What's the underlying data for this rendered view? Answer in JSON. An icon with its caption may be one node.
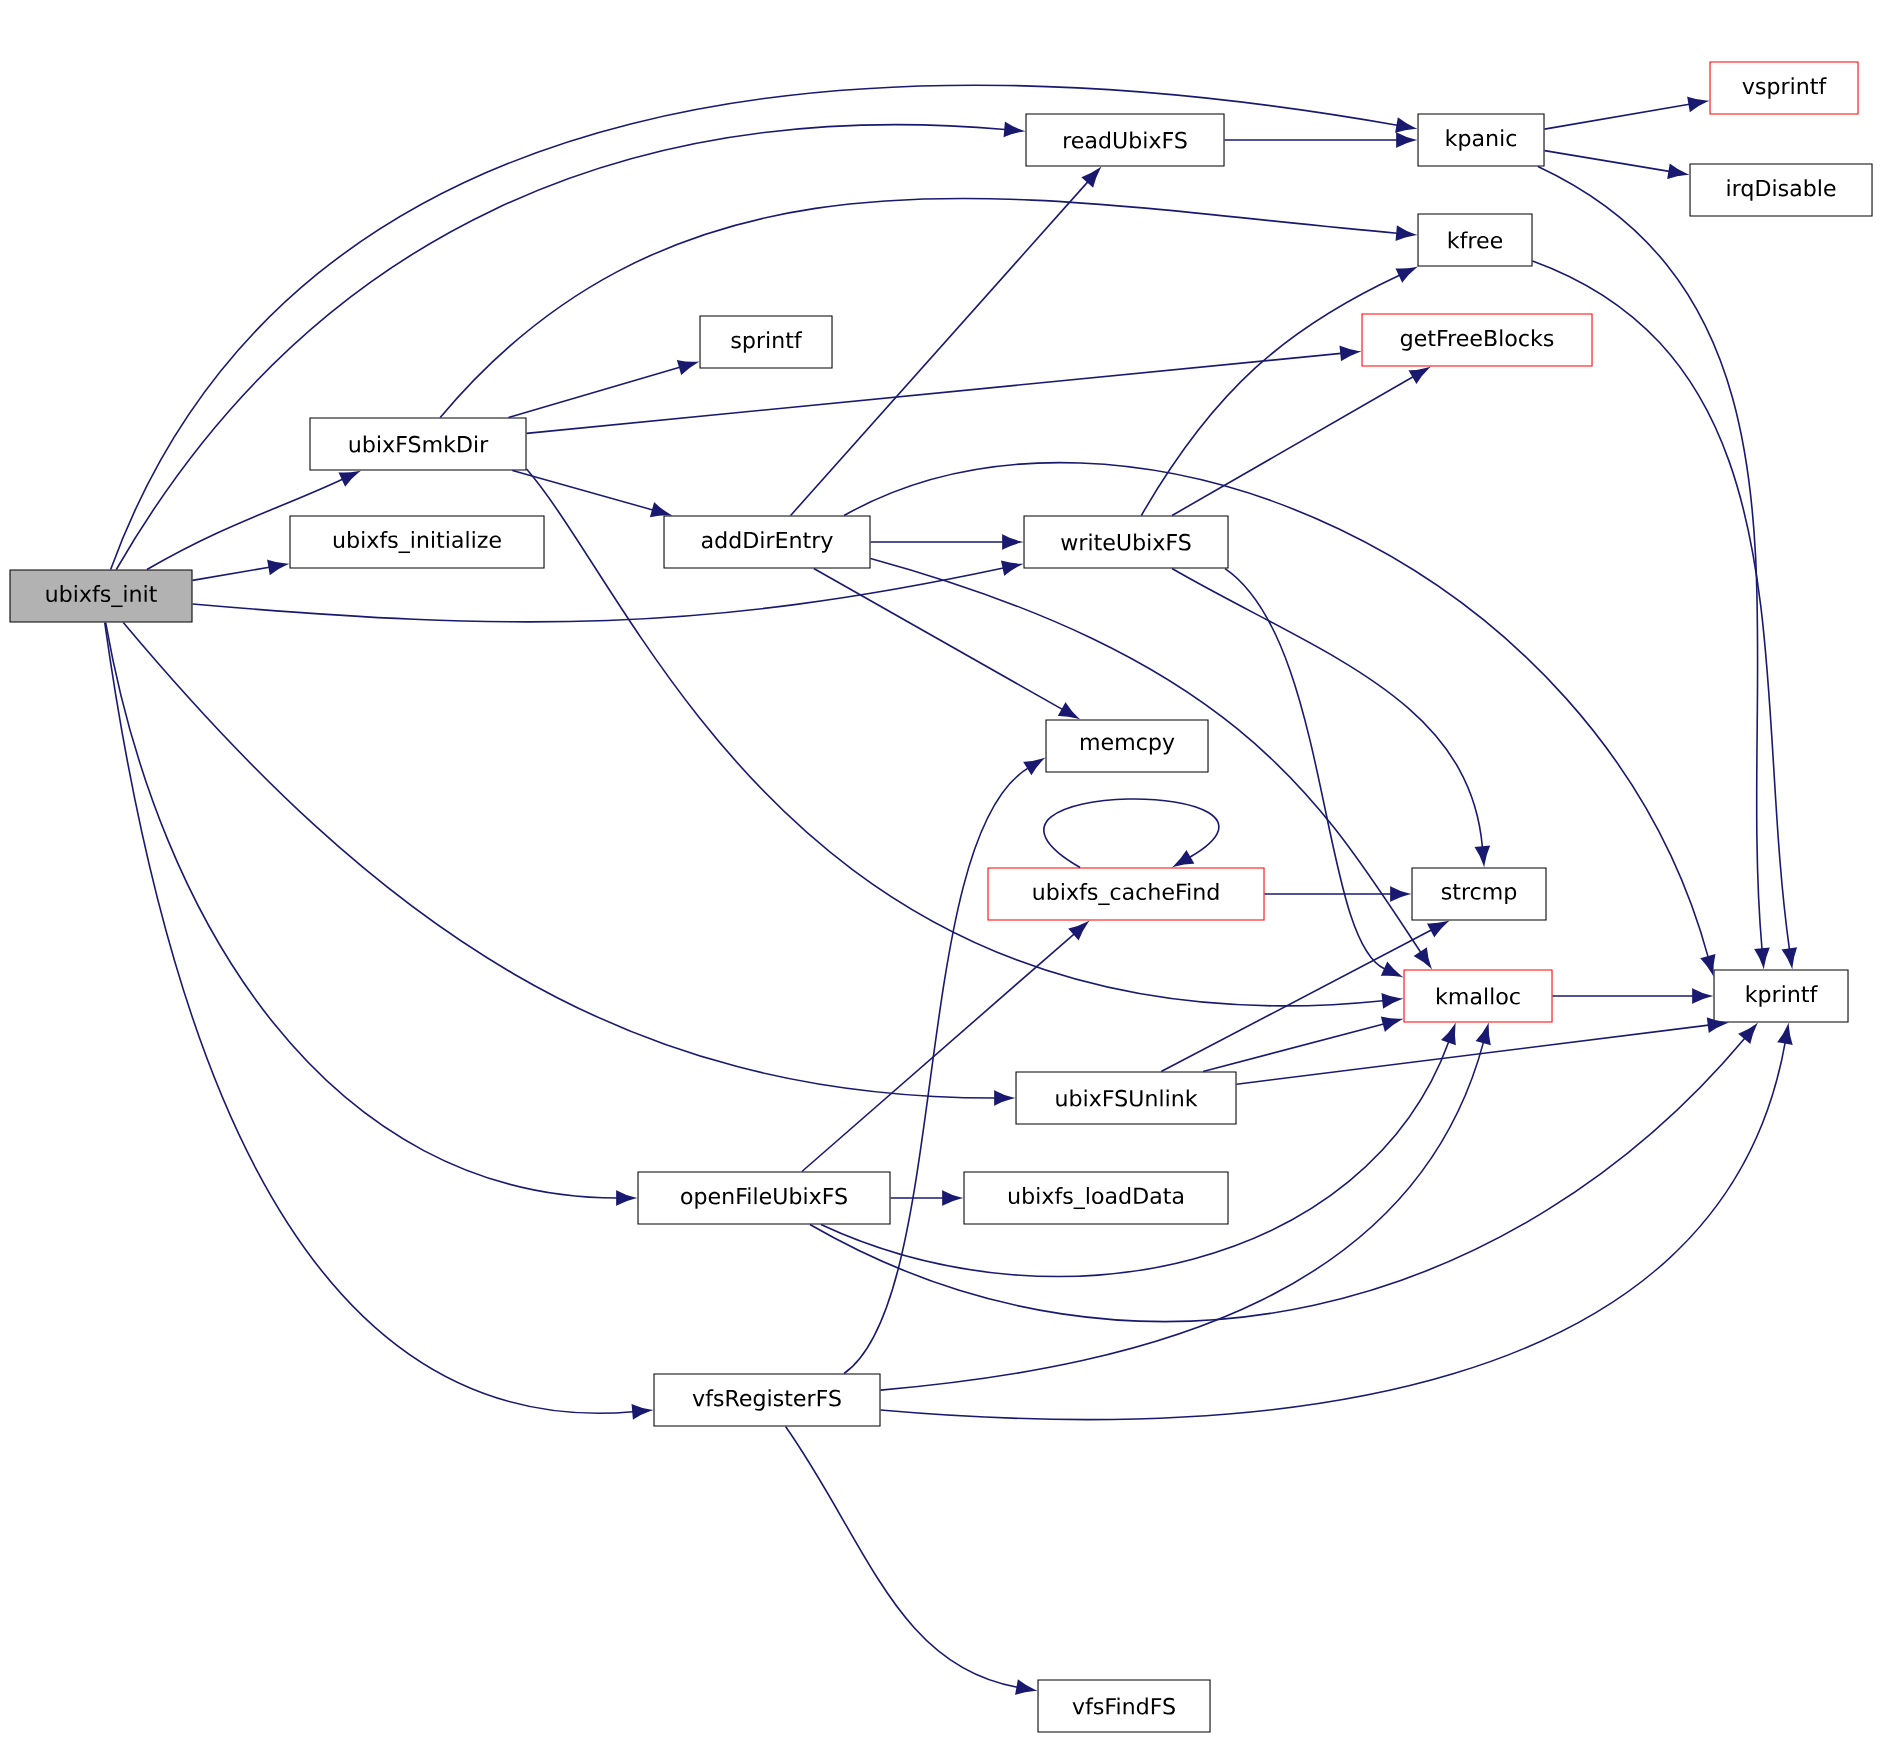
{
  "diagram": {
    "nodes": [
      {
        "text": [
          "ubixfs_init"
        ]
      },
      {
        "text": [
          "readUbixFS"
        ]
      },
      {
        "text": [
          "kpanic"
        ]
      },
      {
        "text": [
          "vsprintf"
        ]
      },
      {
        "text": [
          "irqDisable"
        ]
      },
      {
        "text": [
          "kfree"
        ]
      },
      {
        "text": [
          "getFreeBlocks"
        ]
      },
      {
        "text": [
          "ubixFSmkDir"
        ]
      },
      {
        "text": [
          "sprintf"
        ]
      },
      {
        "text": [
          "ubixfs_initialize"
        ]
      },
      {
        "text": [
          "addDirEntry"
        ]
      },
      {
        "text": [
          "writeUbixFS"
        ]
      },
      {
        "text": [
          "memcpy"
        ]
      },
      {
        "text": [
          "ubixfs_cacheFind"
        ]
      },
      {
        "text": [
          "strcmp"
        ]
      },
      {
        "text": [
          "kmalloc"
        ]
      },
      {
        "text": [
          "kprintf"
        ]
      },
      {
        "text": [
          "ubixFSUnlink"
        ]
      },
      {
        "text": [
          "openFileUbixFS"
        ]
      },
      {
        "text": [
          "ubixfs_loadData"
        ]
      },
      {
        "text": [
          "vfsRegisterFS"
        ]
      },
      {
        "text": [
          "vfsFindFS"
        ]
      }
    ],
    "edges": [
      {
        "from": 0,
        "to": 2,
        "arrow": "to"
      },
      {
        "from": 0,
        "to": 1,
        "arrow": "to"
      },
      {
        "from": 0,
        "to": 7,
        "arrow": "to"
      },
      {
        "from": 0,
        "to": 9,
        "arrow": "to"
      },
      {
        "from": 0,
        "to": 11,
        "arrow": "to"
      },
      {
        "from": 0,
        "to": 17,
        "arrow": "to"
      },
      {
        "from": 0,
        "to": 18,
        "arrow": "to"
      },
      {
        "from": 0,
        "to": 20,
        "arrow": "to"
      },
      {
        "from": 1,
        "to": 2,
        "arrow": "to"
      },
      {
        "from": 2,
        "to": 3,
        "arrow": "to"
      },
      {
        "from": 2,
        "to": 4,
        "arrow": "to"
      },
      {
        "from": 2,
        "to": 16,
        "arrow": "to"
      },
      {
        "from": 5,
        "to": 16,
        "arrow": "to"
      },
      {
        "from": 7,
        "to": 5,
        "arrow": "to"
      },
      {
        "from": 7,
        "to": 8,
        "arrow": "to"
      },
      {
        "from": 7,
        "to": 6,
        "arrow": "to"
      },
      {
        "from": 7,
        "to": 10,
        "arrow": "to"
      },
      {
        "from": 7,
        "to": 15,
        "arrow": "to"
      },
      {
        "from": 10,
        "to": 1,
        "arrow": "to"
      },
      {
        "from": 10,
        "to": 11,
        "arrow": "to"
      },
      {
        "from": 10,
        "to": 16,
        "arrow": "to"
      },
      {
        "from": 10,
        "to": 12,
        "arrow": "to"
      },
      {
        "from": 10,
        "to": 15,
        "arrow": "to"
      },
      {
        "from": 11,
        "to": 5,
        "arrow": "to"
      },
      {
        "from": 11,
        "to": 6,
        "arrow": "to"
      },
      {
        "from": 11,
        "to": 15,
        "arrow": "to"
      },
      {
        "from": 11,
        "to": 14,
        "arrow": "to"
      },
      {
        "from": 13,
        "to": 13,
        "arrow": "to"
      },
      {
        "from": 13,
        "to": 14,
        "arrow": "to"
      },
      {
        "from": 17,
        "to": 14,
        "arrow": "to"
      },
      {
        "from": 17,
        "to": 15,
        "arrow": "to"
      },
      {
        "from": 17,
        "to": 16,
        "arrow": "to"
      },
      {
        "from": 18,
        "to": 13,
        "arrow": "to"
      },
      {
        "from": 18,
        "to": 19,
        "arrow": "to"
      },
      {
        "from": 18,
        "to": 15,
        "arrow": "to"
      },
      {
        "from": 18,
        "to": 16,
        "arrow": "to"
      },
      {
        "from": 20,
        "to": 12,
        "arrow": "to"
      },
      {
        "from": 20,
        "to": 15,
        "arrow": "to"
      },
      {
        "from": 20,
        "to": 16,
        "arrow": "to"
      },
      {
        "from": 20,
        "to": 21,
        "arrow": "to"
      },
      {
        "from": 15,
        "to": 16,
        "arrow": "to"
      }
    ]
  }
}
